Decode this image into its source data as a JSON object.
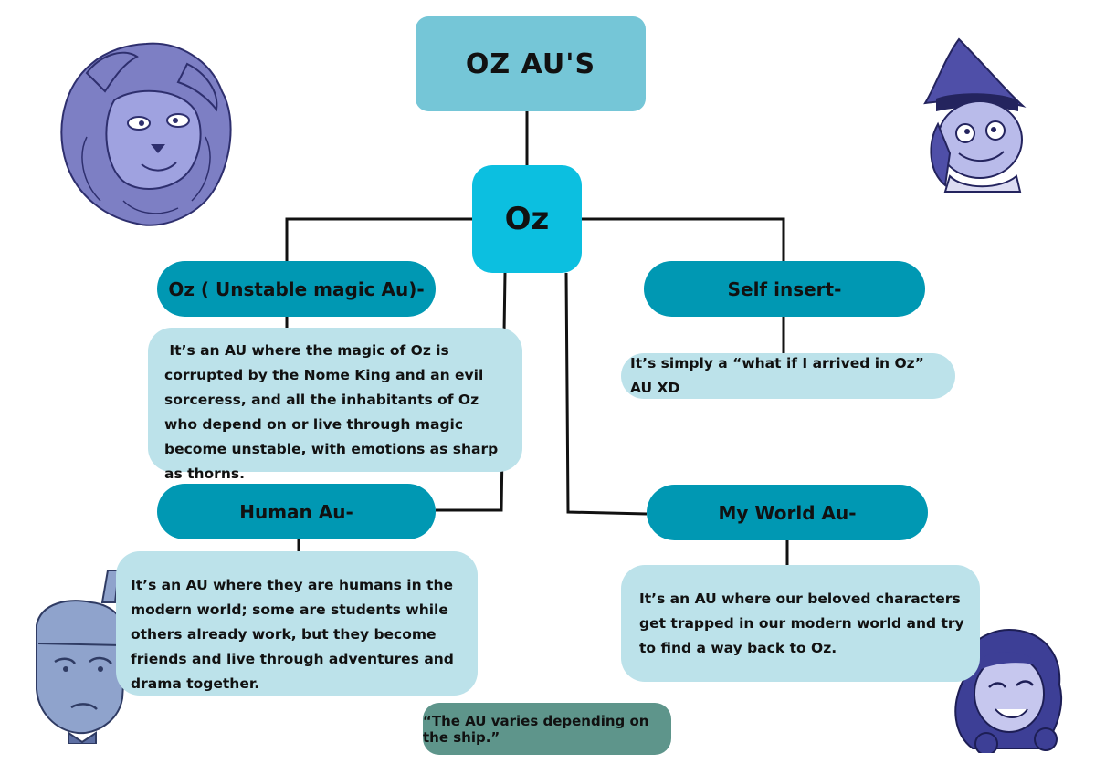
{
  "title": "OZ AU'S",
  "root": "Oz",
  "branches": {
    "unstable": {
      "label": "Oz ( Unstable magic Au)-",
      "description": " It’s an AU where the magic of Oz is corrupted by the Nome King and an evil sorceress, and all the inhabitants of Oz who depend on or live through magic become unstable, with emotions as sharp as thorns."
    },
    "self_insert": {
      "label": "Self insert-",
      "description": "It’s simply a “what if I arrived in Oz” AU XD"
    },
    "human": {
      "label": "Human Au-",
      "description": "It’s an AU where they are humans in the modern world; some are students while others already work, but they become friends and live through adventures and drama together."
    },
    "my_world": {
      "label": "My World Au-",
      "description": "It’s an AU where our beloved characters get trapped in our modern world and try to find a way back to Oz."
    }
  },
  "note": "“The AU varies depending on the ship.”",
  "illustrations": [
    "lion-illustration",
    "scarecrow-illustration",
    "tin-man-illustration",
    "dorothy-illustration"
  ],
  "colors": {
    "title_box": "#75c6d7",
    "oz_box": "#0cbfe0",
    "pill": "#0098b3",
    "description": "#bce2ea",
    "note": "#5e958b",
    "art": "#7d7fc4"
  }
}
